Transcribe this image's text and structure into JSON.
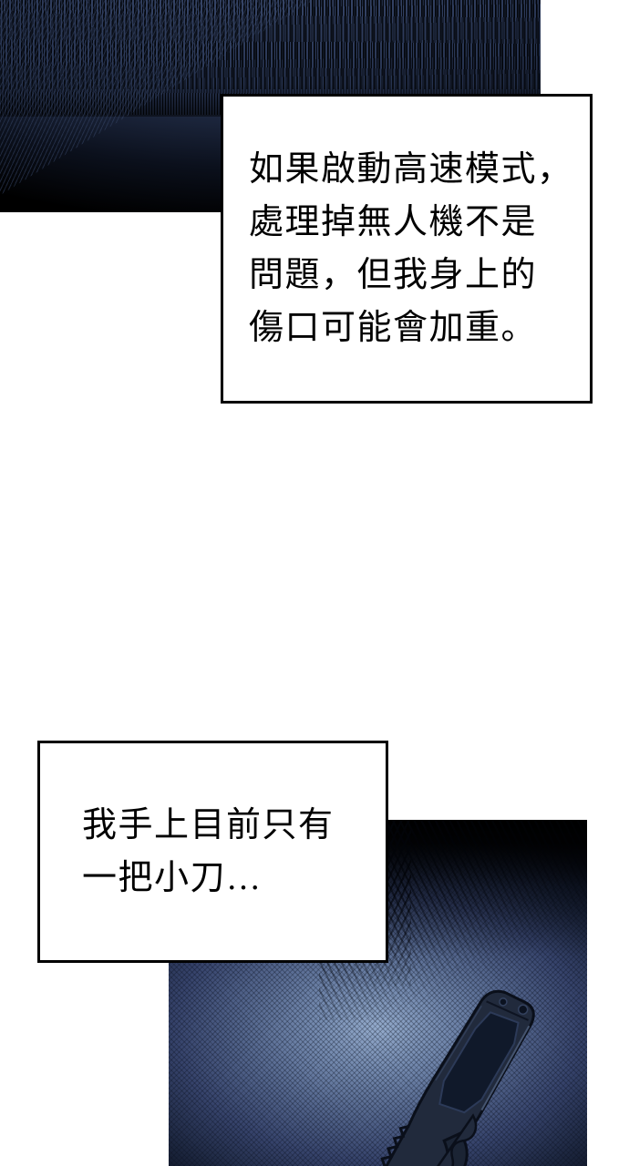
{
  "speech_boxes": [
    {
      "lines": [
        "如果啟動高速模式，",
        "處理掉無人機不是",
        "問題，但我身上的",
        "傷口可能會加重。"
      ]
    },
    {
      "lines": [
        "我手上目前只有",
        "一把小刀…"
      ]
    }
  ],
  "colors": {
    "page_bg": "#ffffff",
    "ink": "#000000",
    "bubble_bg": "#ffffff",
    "panel_black": "#000000",
    "burst_blue": "#41527a",
    "glow_blue": "#93aacb",
    "panel_mid_blue": "#52648b",
    "knife_body": "#212a3c",
    "knife_outline": "#0a0f1a"
  }
}
